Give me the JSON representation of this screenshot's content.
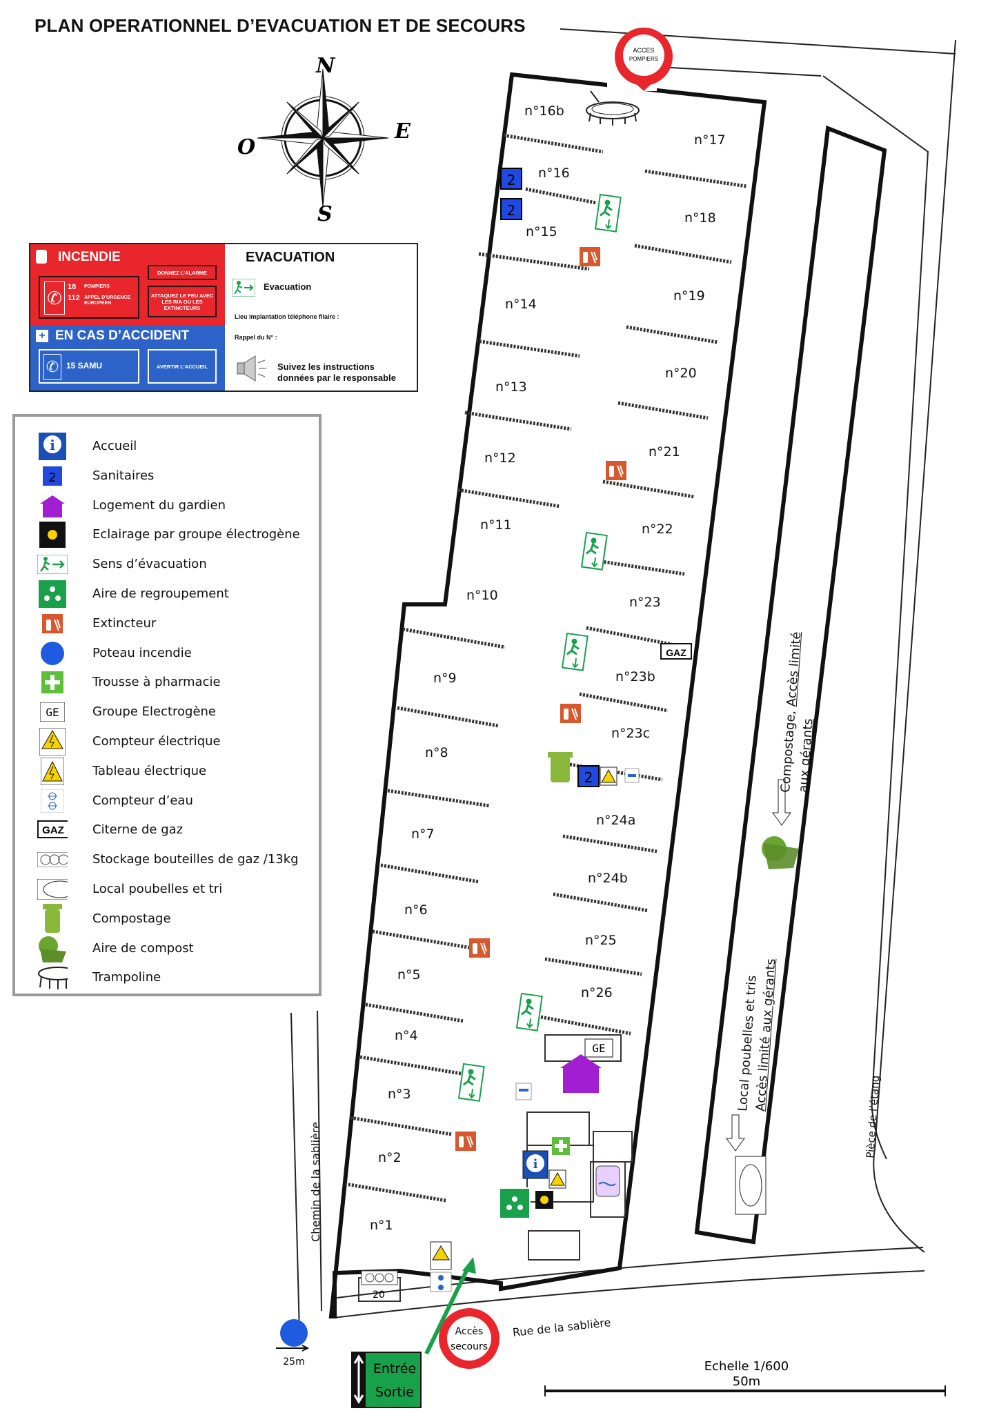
{
  "title": "PLAN OPERATIONNEL D’EVACUATION ET DE SECOURS",
  "compass": {
    "n": "N",
    "s": "S",
    "e": "E",
    "o": "O"
  },
  "panel": {
    "incendie": "INCENDIE",
    "pompiers_num": "18",
    "pompiers_label": "POMPIERS",
    "urgence_num": "112",
    "urgence_label": "APPEL D’URGENCE EUROPEEN",
    "alarme": "DONNEZ L’ALARME",
    "attaquez": "ATTAQUEZ LE FEU AVEC LES RIA OU LES EXTINCTEURS",
    "accident": "EN CAS D’ACCIDENT",
    "samu": "15 SAMU",
    "avertir": "AVERTIR L’ACCUEIL",
    "evacuation_title": "EVACUATION",
    "evacuation": "Evacuation",
    "telephone": "Lieu implantation téléphone filaire :",
    "rappel": "Rappel du N° :",
    "instructions_1": "Suivez les instructions",
    "instructions_2": "données par le responsable"
  },
  "legend": [
    {
      "icon": "accueil-icon",
      "label": "Accueil"
    },
    {
      "icon": "sanitaires-icon",
      "label": "Sanitaires"
    },
    {
      "icon": "logement-gardien-icon",
      "label": "Logement du gardien"
    },
    {
      "icon": "eclairage-icon",
      "label": "Eclairage par groupe électrogène"
    },
    {
      "icon": "sens-evacuation-icon",
      "label": "Sens d’évacuation"
    },
    {
      "icon": "aire-regroupement-icon",
      "label": "Aire de regroupement"
    },
    {
      "icon": "extincteur-icon",
      "label": "Extincteur"
    },
    {
      "icon": "poteau-incendie-icon",
      "label": "Poteau incendie"
    },
    {
      "icon": "trousse-pharmacie-icon",
      "label": "Trousse à pharmacie"
    },
    {
      "icon": "groupe-electrogene-icon",
      "label": "Groupe Electrogène"
    },
    {
      "icon": "compteur-electrique-icon",
      "label": "Compteur électrique"
    },
    {
      "icon": "tableau-electrique-icon",
      "label": "Tableau électrique"
    },
    {
      "icon": "compteur-eau-icon",
      "label": "Compteur d’eau"
    },
    {
      "icon": "citerne-gaz-icon",
      "label": "Citerne de gaz"
    },
    {
      "icon": "bouteilles-gaz-icon",
      "label": "Stockage bouteilles de gaz /13kg"
    },
    {
      "icon": "local-poubelles-icon",
      "label": "Local poubelles et tri"
    },
    {
      "icon": "compostage-icon",
      "label": "Compostage"
    },
    {
      "icon": "aire-compost-icon",
      "label": "Aire de compost"
    },
    {
      "icon": "trampoline-icon",
      "label": "Trampoline"
    }
  ],
  "plots": [
    "n°16b",
    "n°17",
    "n°16",
    "n°15",
    "n°18",
    "n°14",
    "n°19",
    "n°13",
    "n°20",
    "n°12",
    "n°21",
    "n°11",
    "n°22",
    "n°10",
    "n°23",
    "n°9",
    "n°23b",
    "n°8",
    "n°23c",
    "n°7",
    "n°24a",
    "n°24b",
    "n°6",
    "n°25",
    "n°5",
    "n°26",
    "n°4",
    "n°3",
    "n°2",
    "n°1"
  ],
  "map": {
    "acces_pompiers_1": "ACCES",
    "acces_pompiers_2": "POMPIERS",
    "acces_secours_1": "Accès",
    "acces_secours_2": "secours",
    "entree": "Entrée",
    "sortie": "Sortie",
    "gaz": "GAZ",
    "ge": "GE",
    "sanitaire_num": "2",
    "bouteilles_count": "20",
    "hydrant_distance": "25m",
    "rue": "Rue de la sablière",
    "chemin": "Chemin de la sablière",
    "piece": "Pièce de l’étang",
    "compostage_1": "Compostage, ",
    "compostage_acces": "Accès limité",
    "compostage_2": "aux gérants",
    "local_1": "Local  poubelles et tris",
    "local_2": "Accès limité aux gérants",
    "echelle": "Echelle 1/600",
    "echelle_dist": "50m"
  },
  "colors": {
    "red": "#e8262b",
    "blue": "#2d63c9",
    "green": "#19a04a",
    "orange": "#d8582e",
    "purple": "#a21fd1",
    "compost": "#8ab83a",
    "sanitaire": "#1f49e0"
  }
}
